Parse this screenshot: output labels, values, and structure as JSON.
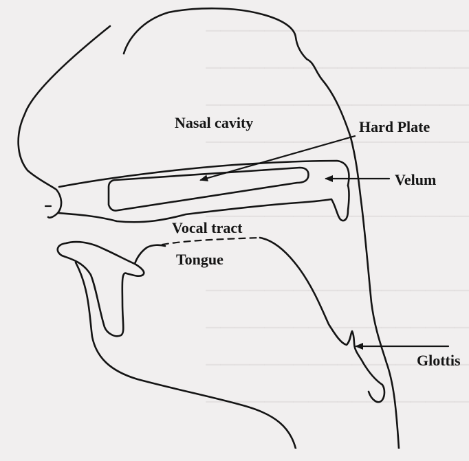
{
  "labels": {
    "nasal_cavity": "Nasal cavity",
    "hard_plate": "Hard Plate",
    "velum": "Velum",
    "vocal_tract": "Vocal tract",
    "tongue": "Tongue",
    "glottis": "Glottis"
  },
  "colors": {
    "ink": "#141414",
    "paper": "#f1efef"
  }
}
